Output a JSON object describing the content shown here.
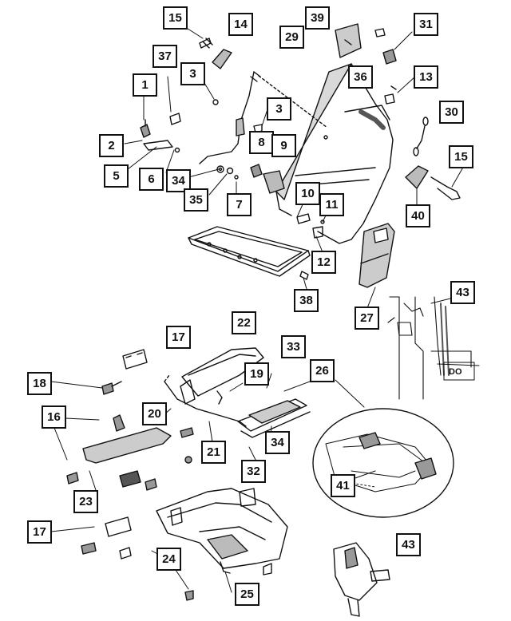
{
  "diagram": {
    "callouts": {
      "c15a": "15",
      "c14": "14",
      "c39": "39",
      "c29": "29",
      "c31": "31",
      "c37": "37",
      "c3a": "3",
      "c36": "36",
      "c13": "13",
      "c1": "1",
      "c3b": "3",
      "c30": "30",
      "c8": "8",
      "c9": "9",
      "c2": "2",
      "c5": "5",
      "c6": "6",
      "c34a": "34",
      "c35": "35",
      "c7": "7",
      "c10": "10",
      "c11": "11",
      "c15b": "15",
      "c40": "40",
      "c12": "12",
      "c38": "38",
      "c43a": "43",
      "c27": "27",
      "c17a": "17",
      "c22": "22",
      "c33": "33",
      "c18": "18",
      "c19": "19",
      "c26": "26",
      "c20": "20",
      "c16": "16",
      "c21": "21",
      "c34b": "34",
      "c32": "32",
      "c41": "41",
      "c23": "23",
      "c17b": "17",
      "c24": "24",
      "c43b": "43",
      "c25": "25"
    },
    "inset_tag": "DO"
  },
  "colors": {
    "ink": "#111111",
    "paper": "#ffffff",
    "shade": "#666666"
  }
}
